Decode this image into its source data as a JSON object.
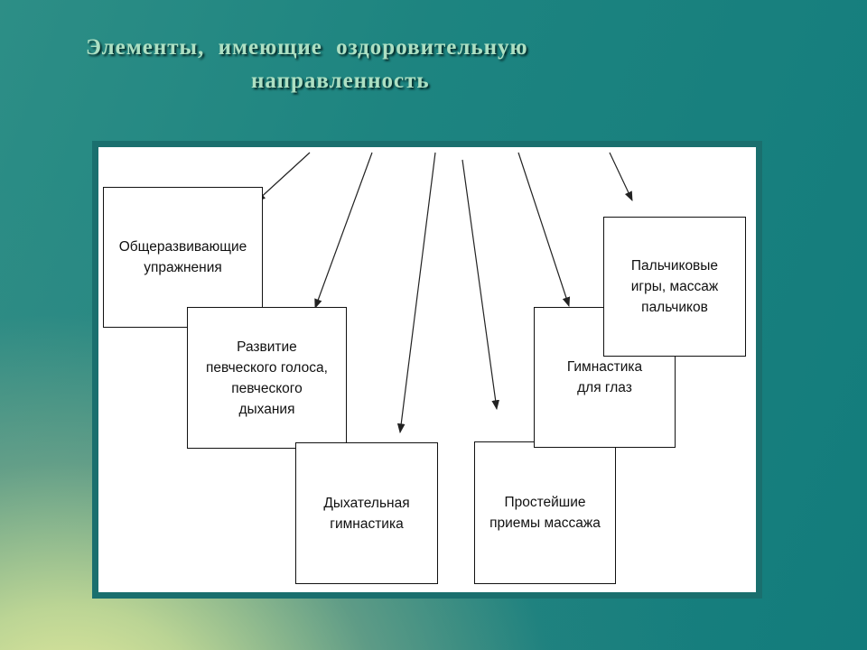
{
  "slide": {
    "title_line_1": "Элементы,   имеющие   оздоровительную",
    "title_line_2": "направленность"
  },
  "diagram": {
    "nodes": [
      {
        "id": "general",
        "label": "Общеразвивающие\nупражнения"
      },
      {
        "id": "voice",
        "label": "Развитие\nпевческого голоса,\nпевческого\nдыхания"
      },
      {
        "id": "breathing",
        "label": "Дыхательная\nгимнастика"
      },
      {
        "id": "massage",
        "label": "Простейшие\nприемы массажа"
      },
      {
        "id": "eyes",
        "label": "Гимнастика\nдля глаз"
      },
      {
        "id": "finger",
        "label": "Пальчиковые\nигры, массаж\nпальчиков"
      }
    ],
    "edges": [
      {
        "from": "top",
        "to": "general"
      },
      {
        "from": "top",
        "to": "voice"
      },
      {
        "from": "top",
        "to": "breathing"
      },
      {
        "from": "top",
        "to": "massage"
      },
      {
        "from": "top",
        "to": "eyes"
      },
      {
        "from": "top",
        "to": "finger"
      }
    ],
    "line_color": "#222222"
  }
}
